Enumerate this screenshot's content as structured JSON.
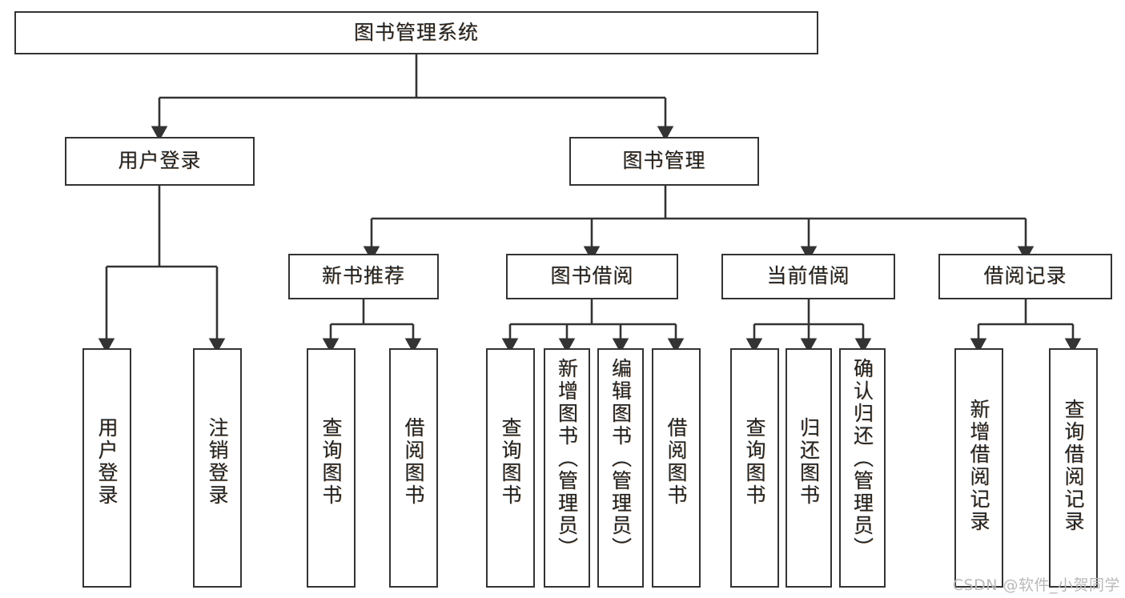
{
  "diagram": {
    "title": "图书管理系统",
    "type": "hierarchy-tree",
    "orientation": "top-down",
    "watermark": "CSDN @软件_小贺同学",
    "colors": {
      "stroke": "#333333",
      "box_fill": "#ffffff",
      "text": "#222222",
      "background": "#ffffff",
      "watermark": "#b9b9b9"
    },
    "root": {
      "label": "图书管理系统"
    },
    "level2": [
      {
        "label": "用户登录"
      },
      {
        "label": "图书管理"
      }
    ],
    "level3": [
      {
        "label": "新书推荐"
      },
      {
        "label": "图书借阅"
      },
      {
        "label": "当前借阅"
      },
      {
        "label": "借阅记录"
      }
    ],
    "leaves": {
      "user_login": [
        {
          "label": "用户登录"
        },
        {
          "label": "注销登录"
        }
      ],
      "new_book_recommend": [
        {
          "label": "查询图书"
        },
        {
          "label": "借阅图书"
        }
      ],
      "book_borrow": [
        {
          "label": "查询图书"
        },
        {
          "label": "新增图书（管理员）"
        },
        {
          "label": "编辑图书（管理员）"
        },
        {
          "label": "借阅图书"
        }
      ],
      "current_borrow": [
        {
          "label": "查询图书"
        },
        {
          "label": "归还图书"
        },
        {
          "label": "确认归还（管理员）"
        }
      ],
      "borrow_record": [
        {
          "label": "新增借阅记录"
        },
        {
          "label": "查询借阅记录"
        }
      ]
    }
  }
}
